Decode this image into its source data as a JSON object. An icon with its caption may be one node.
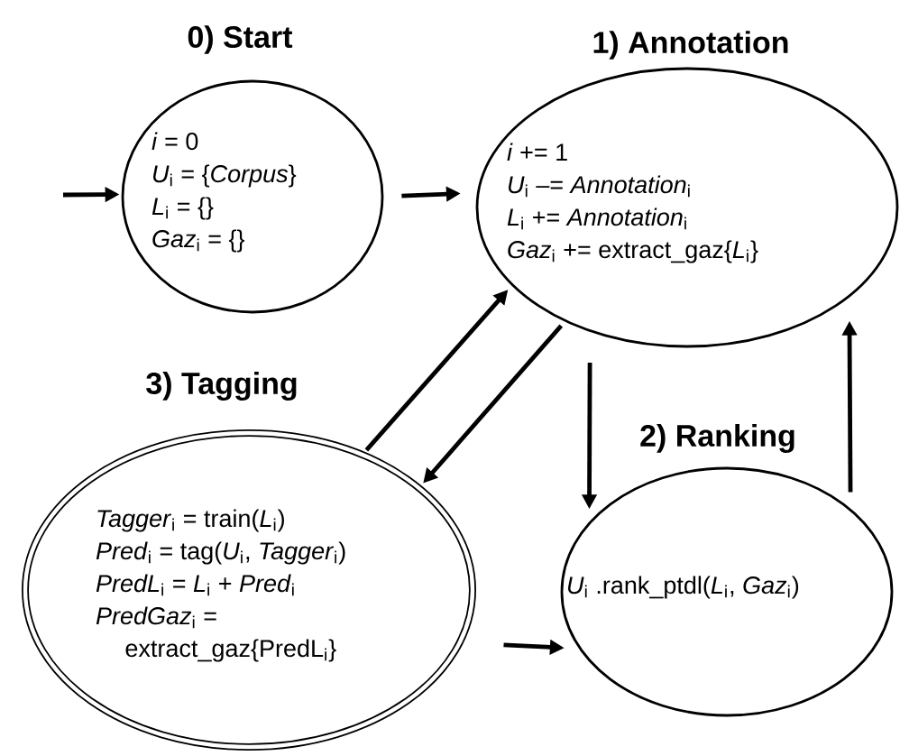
{
  "diagram": {
    "nodes": [
      {
        "text": [
          "0) Start",
          "*i* = 0",
          "*U*$_{i}$ = {*Corpus*}",
          "*L*$_{i}$ = {}",
          "*Gaz*$_{i}$ = {}"
        ]
      },
      {
        "text": [
          "1) Annotation",
          "*i* += 1",
          "*U*$_{i}$ –= *Annotation*$_{i}$",
          "*L*$_{i}$ += *Annotation*$_{i}$",
          "*Gaz*$_{i}$ += extract_gaz{*L*$_{i}$}"
        ]
      },
      {
        "text": [
          "2) Ranking",
          "*U*$_{i}$ .rank_ptdl(*L*$_{i}$, *Gaz*$_{i}$)"
        ]
      },
      {
        "text": [
          "3) Tagging",
          "*Tagger*$_{i}$ = train(*L*$_{i}$)",
          "*Pred*$_{i}$ = tag(*U*$_{i}$, *Tagger*$_{i}$)",
          "*PredL*$_{i}$ = *L*$_{i}$ + *Pred*$_{i}$",
          "*PredGaz*$_{i}$ = extract_gaz{PredL$_{i}$}"
        ]
      }
    ],
    "edges": [
      {
        "from": null,
        "to": 0,
        "arrow": "to"
      },
      {
        "from": 0,
        "to": 1,
        "arrow": "to"
      },
      {
        "from": 1,
        "to": 2,
        "arrow": "to"
      },
      {
        "from": 2,
        "to": 1,
        "arrow": "to"
      },
      {
        "from": 3,
        "to": 1,
        "arrow": "to"
      },
      {
        "from": 1,
        "to": 3,
        "arrow": "to"
      },
      {
        "from": 3,
        "to": 2,
        "arrow": "to"
      }
    ]
  }
}
